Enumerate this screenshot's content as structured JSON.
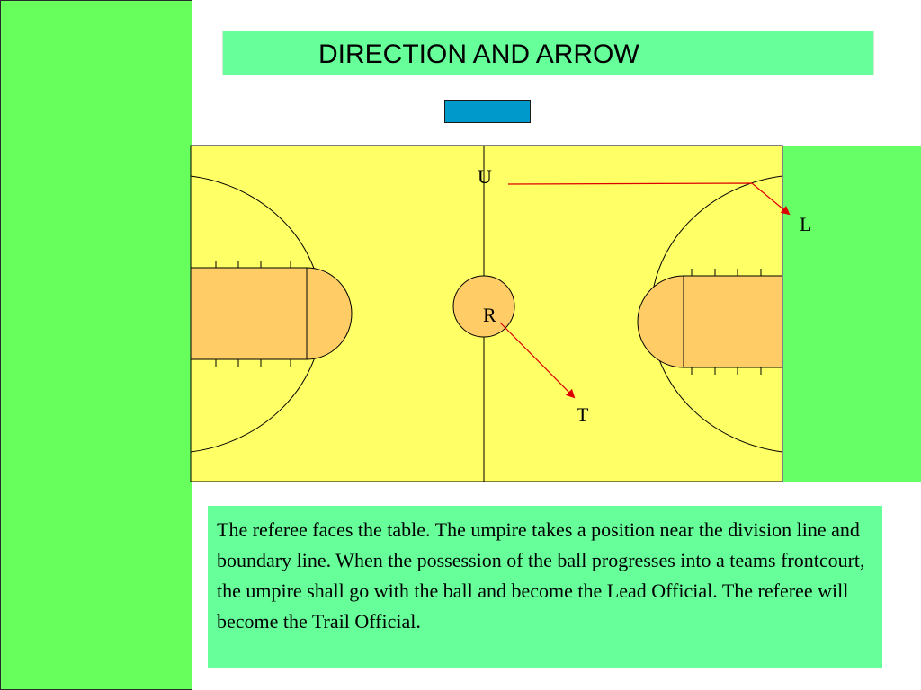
{
  "title": "DIRECTION AND ARROW",
  "court": {
    "labels": {
      "umpire": "U",
      "lead": "L",
      "referee": "R",
      "trail": "T"
    }
  },
  "description": "The referee faces the table.  The umpire takes a position near the division line and boundary line.  When the possession of the ball progresses into a teams frontcourt, the umpire shall go with the ball and become the Lead Official.  The referee will become the Trail Official.",
  "colors": {
    "side_panel": "#66ff5c",
    "title_bar": "#66ff99",
    "court_floor": "#ffff66",
    "key_fill": "#ffcc66",
    "table_marker": "#0099cc",
    "arrow": "#dd0000",
    "text_box": "#66ff99"
  }
}
